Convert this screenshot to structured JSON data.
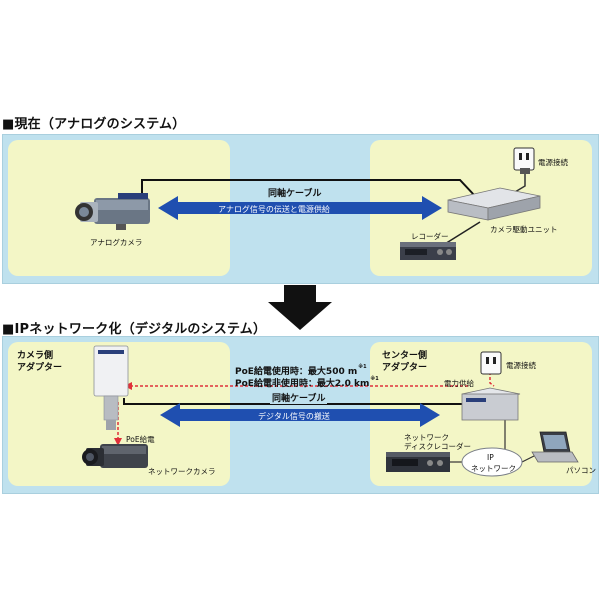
{
  "top": {
    "heading": "■現在（アナログのシステム）",
    "cable_label": "同軸ケーブル",
    "arrow_text": "アナログ信号の伝送と電源供給",
    "analog_camera": "アナログカメラ",
    "power_connection": "電源接続",
    "camera_drive_unit": "カメラ駆動ユニット",
    "recorder": "レコーダー"
  },
  "bottom": {
    "heading": "■IPネットワーク化（デジタルのシステム）",
    "camera_adapter": [
      "カメラ側",
      "アダプター"
    ],
    "center_adapter": [
      "センター側",
      "アダプター"
    ],
    "poe_line1": "PoE給電使用時：最大500 m",
    "poe_line2": "PoE給電非使用時：最大2.0 km",
    "footnote_mark": "※1",
    "cable_label": "同軸ケーブル",
    "arrow_text": "デジタル信号の搬送",
    "poe_supply": "PoE給電",
    "network_camera": "ネットワークカメラ",
    "power_connection": "電源接続",
    "power_supply": "電力供給",
    "network_disk_recorder": [
      "ネットワーク",
      "ディスクレコーダー"
    ],
    "ip_network": [
      "IP",
      "ネットワーク"
    ],
    "pc": "パソコン"
  },
  "colors": {
    "panel_blue": "#bfe1ee",
    "zone_yellow": "#f3f6c6",
    "arrow_blue": "#1f4fb0",
    "poe_red": "#e0303a"
  }
}
